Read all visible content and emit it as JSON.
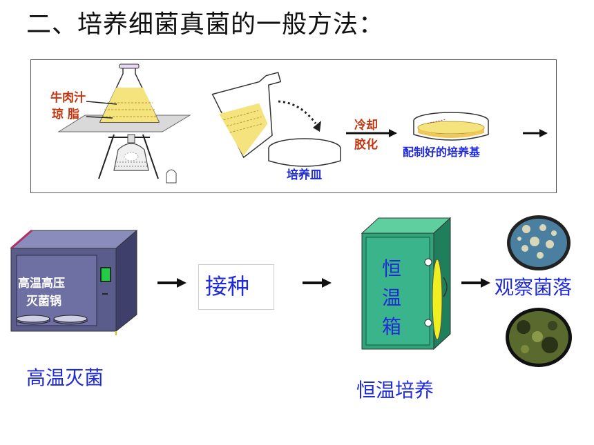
{
  "title": "二、培养细菌真菌的一般方法：",
  "top": {
    "beef_broth": "牛肉汁",
    "agar": "琼 脂",
    "petri_dish": "培养皿",
    "cool_solidify_1": "冷却",
    "cool_solidify_2": "胶化",
    "prepared_medium": "配制好的培养基"
  },
  "autoclave": {
    "label_line1": "高温高压",
    "label_line2": "灭菌锅",
    "caption": "高温灭菌"
  },
  "inoculate": "接种",
  "incubator": {
    "label_chars": [
      "恒",
      "温",
      "箱"
    ],
    "caption": "恒温培养"
  },
  "observe": "观察菌落",
  "icons": [
    "arrow-right-icon",
    "flask-icon",
    "burner-icon",
    "petri-dish-icon",
    "colony-plate-icon"
  ],
  "colors": {
    "red_label": "#c0340f",
    "blue_label": "#1f2bd6",
    "autoclave_body": "#5a5c8c",
    "incubator_body": "#2fa37a",
    "medium_yellow": "#f5e37e"
  }
}
